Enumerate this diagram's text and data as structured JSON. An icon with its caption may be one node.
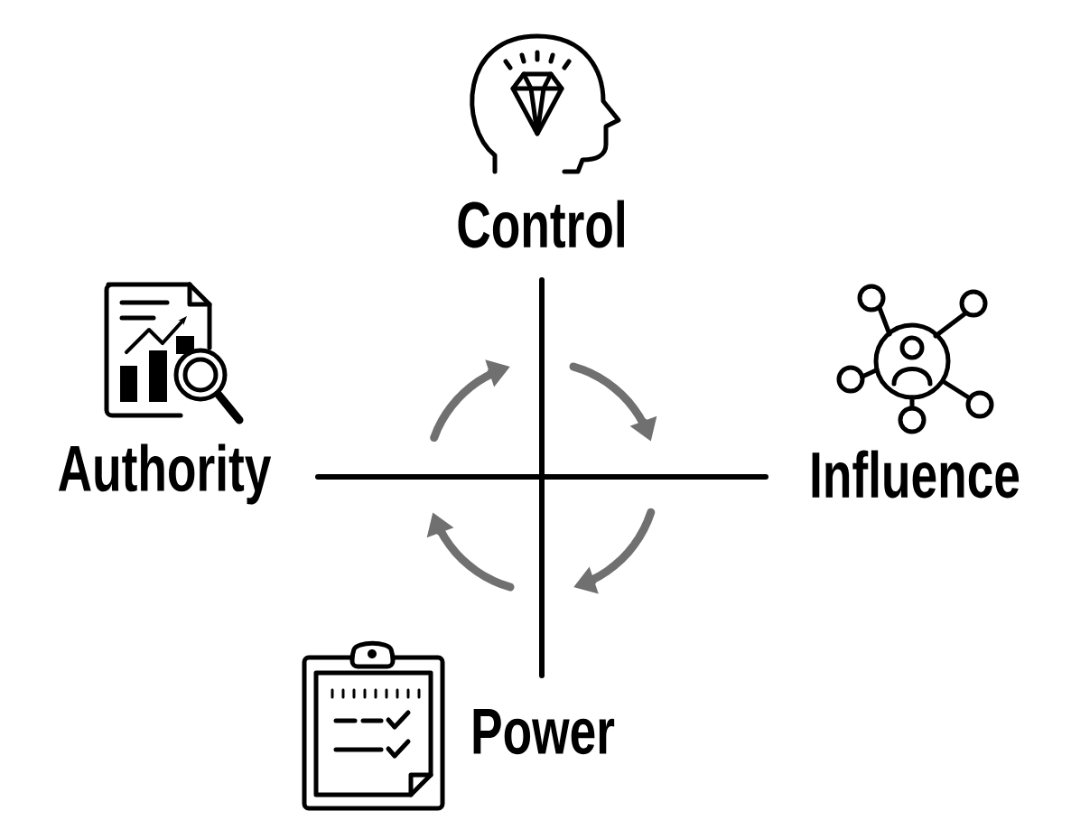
{
  "diagram": {
    "labels": [
      "Control",
      "Authority",
      "Influence",
      "Power"
    ]
  }
}
